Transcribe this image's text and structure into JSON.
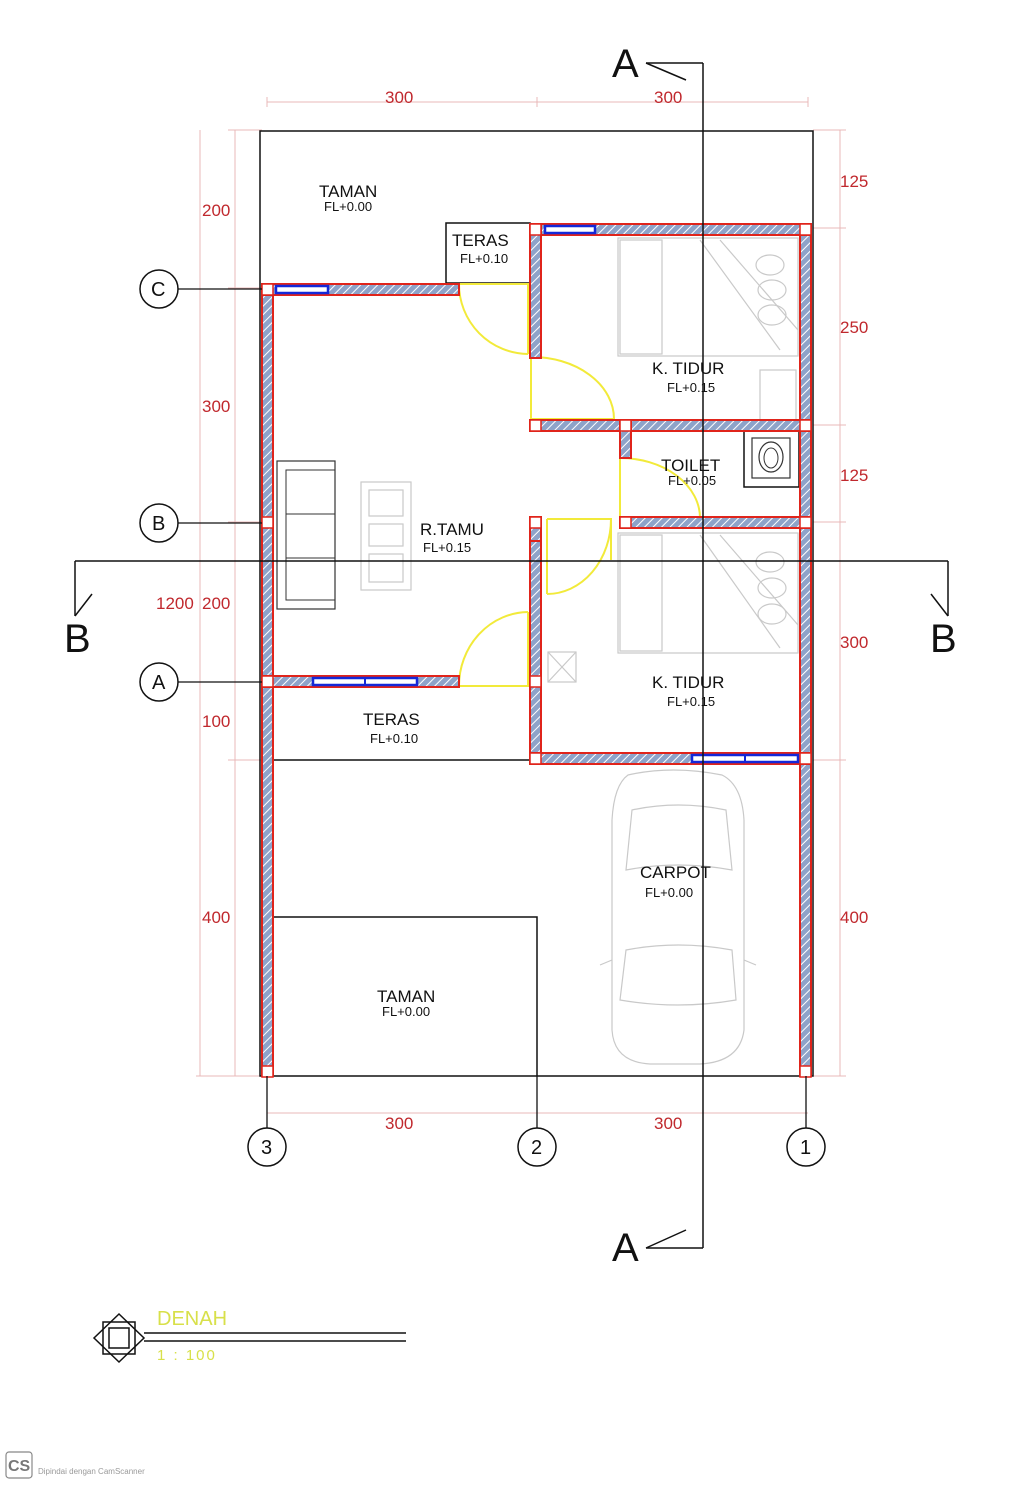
{
  "dims": {
    "top_left": "300",
    "top_right": "300",
    "bottom_left": "300",
    "bottom_right": "300",
    "left_taman": "200",
    "left_tamu_upper": "300",
    "left_tamu_lower": "200",
    "left_total": "1200",
    "left_teras": "100",
    "left_carpot": "400",
    "right_taman": "125",
    "right_kt1": "250",
    "right_toilet": "125",
    "right_kt2": "300",
    "right_carpot": "400"
  },
  "rooms": {
    "taman_top": {
      "name": "TAMAN",
      "fl": "FL+0.00"
    },
    "teras_top": {
      "name": "TERAS",
      "fl": "FL+0.10"
    },
    "kt1": {
      "name": "K. TIDUR",
      "fl": "FL+0.15"
    },
    "toilet": {
      "name": "TOILET",
      "fl": "FL+0.05"
    },
    "r_tamu": {
      "name": "R.TAMU",
      "fl": "FL+0.15"
    },
    "kt2": {
      "name": "K. TIDUR",
      "fl": "FL+0.15"
    },
    "teras_front": {
      "name": "TERAS",
      "fl": "FL+0.10"
    },
    "carpot": {
      "name": "CARPOT",
      "fl": "FL+0.00"
    },
    "taman_bottom": {
      "name": "TAMAN",
      "fl": "FL+0.00"
    }
  },
  "sections": {
    "a_top": "A",
    "a_bottom": "A",
    "b_left": "B",
    "b_right": "B"
  },
  "grid_rows": {
    "c": "C",
    "b": "B",
    "a": "A"
  },
  "grid_cols": {
    "three": "3",
    "two": "2",
    "one": "1"
  },
  "title_block": {
    "title": "DENAH",
    "scale": "1  :  100"
  },
  "scanner": {
    "logo": "CS",
    "watermark": "Dipindai dengan CamScanner"
  },
  "colors": {
    "wall_outline": "#e0241b",
    "dimension_text": "#c0282d",
    "window": "#1428d8",
    "door_swing": "#f2ea3a",
    "title_text": "#d8e04a"
  }
}
